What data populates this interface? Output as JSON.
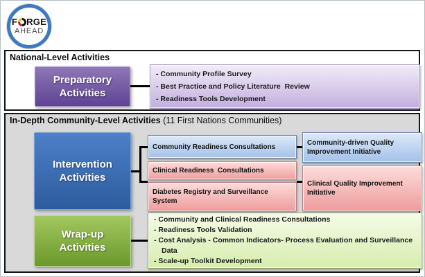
{
  "logo": {
    "forge_start": "F",
    "forge_rest": "RGE",
    "ahead": "AHEAD",
    "ring_color": "#3b7ac2",
    "o_colors": [
      "#111111",
      "#cf1f1f",
      "#e8c000"
    ]
  },
  "national": {
    "title": "National-Level Activities",
    "prep_box": "Preparatory Activities",
    "items": [
      "- Community Profile Survey",
      "- Best Practice and Policy Literature  Review",
      "- Readiness Tools Development"
    ]
  },
  "community": {
    "title_bold": "In-Depth Community-Level Activities",
    "title_note": "(11 First Nations Communities)",
    "intervention_box": "Intervention Activities",
    "middle_boxes": [
      "Community Readiness Consultations",
      "Clinical Readiness  Consultations",
      "Diabetes Registry and Surveillance System"
    ],
    "right_boxes": [
      "Community-driven Quality Improvement Initiative",
      "Clinical Quality Improvement Initiative"
    ],
    "wrapup_box": "Wrap-up Activities",
    "wrapup_items": [
      "- Community and Clinical Readiness Consultations",
      "- Readiness Tools Validation",
      "- Cost Analysis - Common Indicators- Process Evaluation and Surveillance Data",
      "- Scale-up Toolkit Development"
    ]
  },
  "colors": {
    "purple_box": "#5e4394",
    "lavender_box": "#c2afdd",
    "blue_box": "#2d5c9e",
    "light_blue_box": "#a3c1e9",
    "pink_box": "#ee9d9d",
    "green_box": "#6b992c",
    "light_green_box": "#d6edad",
    "section_bg": "#d9d9d9",
    "border": "#141414"
  }
}
